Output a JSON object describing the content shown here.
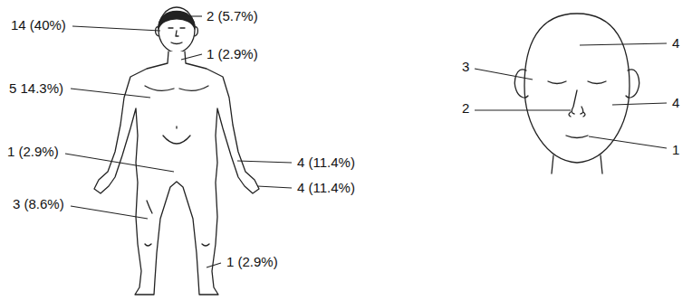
{
  "diagram": {
    "labels": [
      "14 (40%)",
      "2 (5.7%)",
      "1 (2.9%)",
      "5 14.3%)",
      "1 (2.9%)",
      "4 (11.4%)",
      "4 (11.4%)",
      "3 (8.6%)",
      "1 (2.9%)",
      "4",
      "3",
      "4",
      "2",
      "1"
    ]
  }
}
